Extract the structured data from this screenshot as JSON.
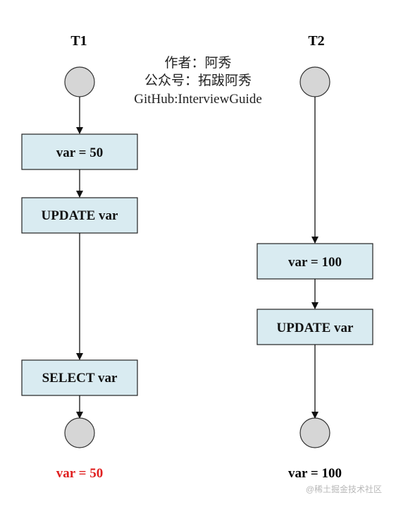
{
  "lanes": {
    "t1": {
      "title": "T1",
      "steps": [
        "var = 50",
        "UPDATE var",
        "SELECT var"
      ],
      "result": "var = 50",
      "result_color": "#e02020"
    },
    "t2": {
      "title": "T2",
      "steps": [
        "var = 100",
        "UPDATE var"
      ],
      "result": "var = 100",
      "result_color": "#000000"
    }
  },
  "credits": [
    "作者：阿秀",
    "公众号：拓跋阿秀",
    "GitHub:InterviewGuide"
  ],
  "watermark": "@稀土掘金技术社区",
  "colors": {
    "box_fill": "#d9ebf1",
    "state_fill": "#d6d6d6"
  }
}
